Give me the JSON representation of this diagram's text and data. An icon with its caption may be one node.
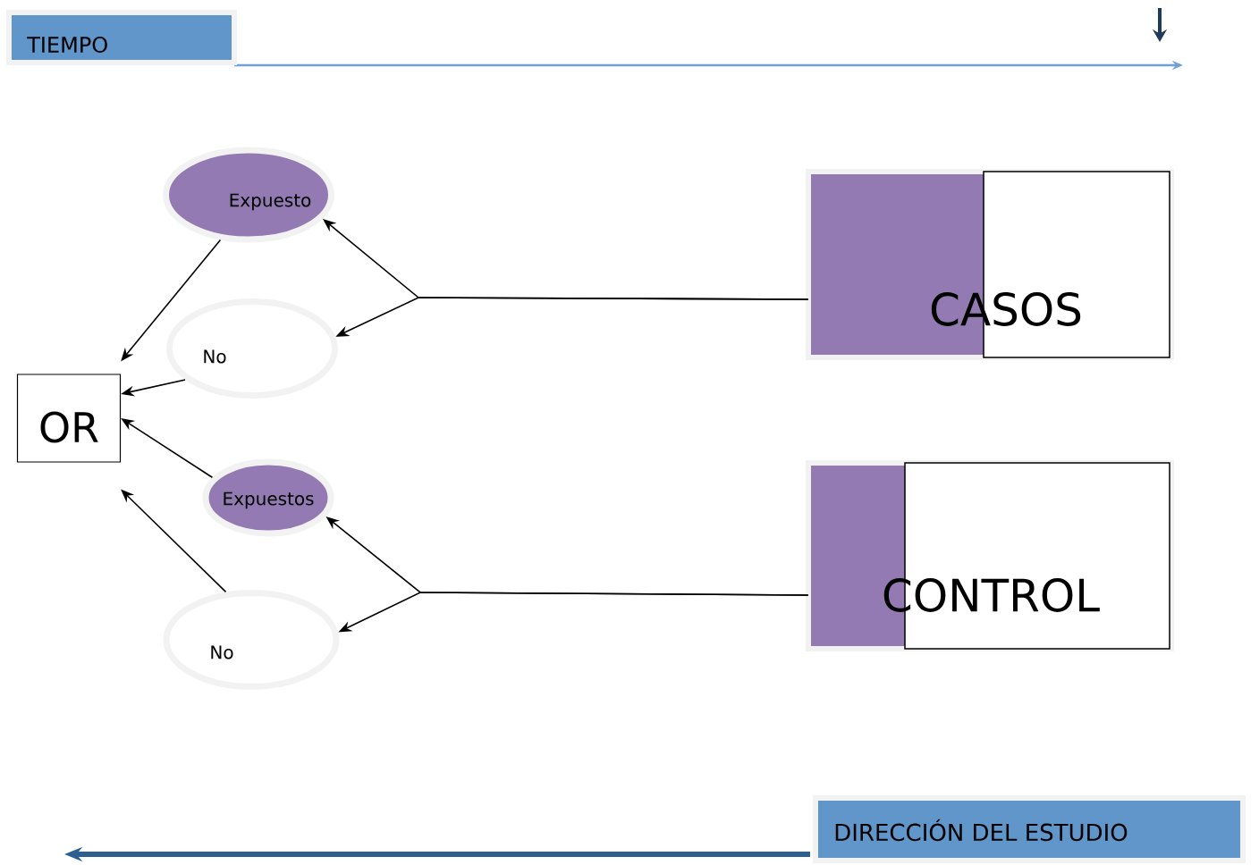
{
  "diagram": {
    "nodes": [
      {
        "text": [
          "TIEMPO"
        ]
      },
      {
        "text": [
          "Expuesto"
        ]
      },
      {
        "text": [
          "No"
        ]
      },
      {
        "text": [
          "OR"
        ]
      },
      {
        "text": [
          "Expuestos"
        ]
      },
      {
        "text": [
          "No"
        ]
      },
      {
        "text": [
          "CASOS"
        ]
      },
      {
        "text": [
          "CONTROL"
        ]
      },
      {
        "text": [
          "DIRECCIÓN DEL ESTUDIO"
        ]
      }
    ],
    "edges": [
      {
        "from": 6,
        "to": 1,
        "arrow": "to"
      },
      {
        "from": 6,
        "to": 2,
        "arrow": "to"
      },
      {
        "from": 7,
        "to": 4,
        "arrow": "to"
      },
      {
        "from": 7,
        "to": 5,
        "arrow": "to"
      },
      {
        "from": 1,
        "to": 3,
        "arrow": "to"
      },
      {
        "from": 2,
        "to": 3,
        "arrow": "to"
      },
      {
        "from": 4,
        "to": 3,
        "arrow": "to"
      },
      {
        "from": 5,
        "to": 3,
        "arrow": "to"
      }
    ]
  }
}
